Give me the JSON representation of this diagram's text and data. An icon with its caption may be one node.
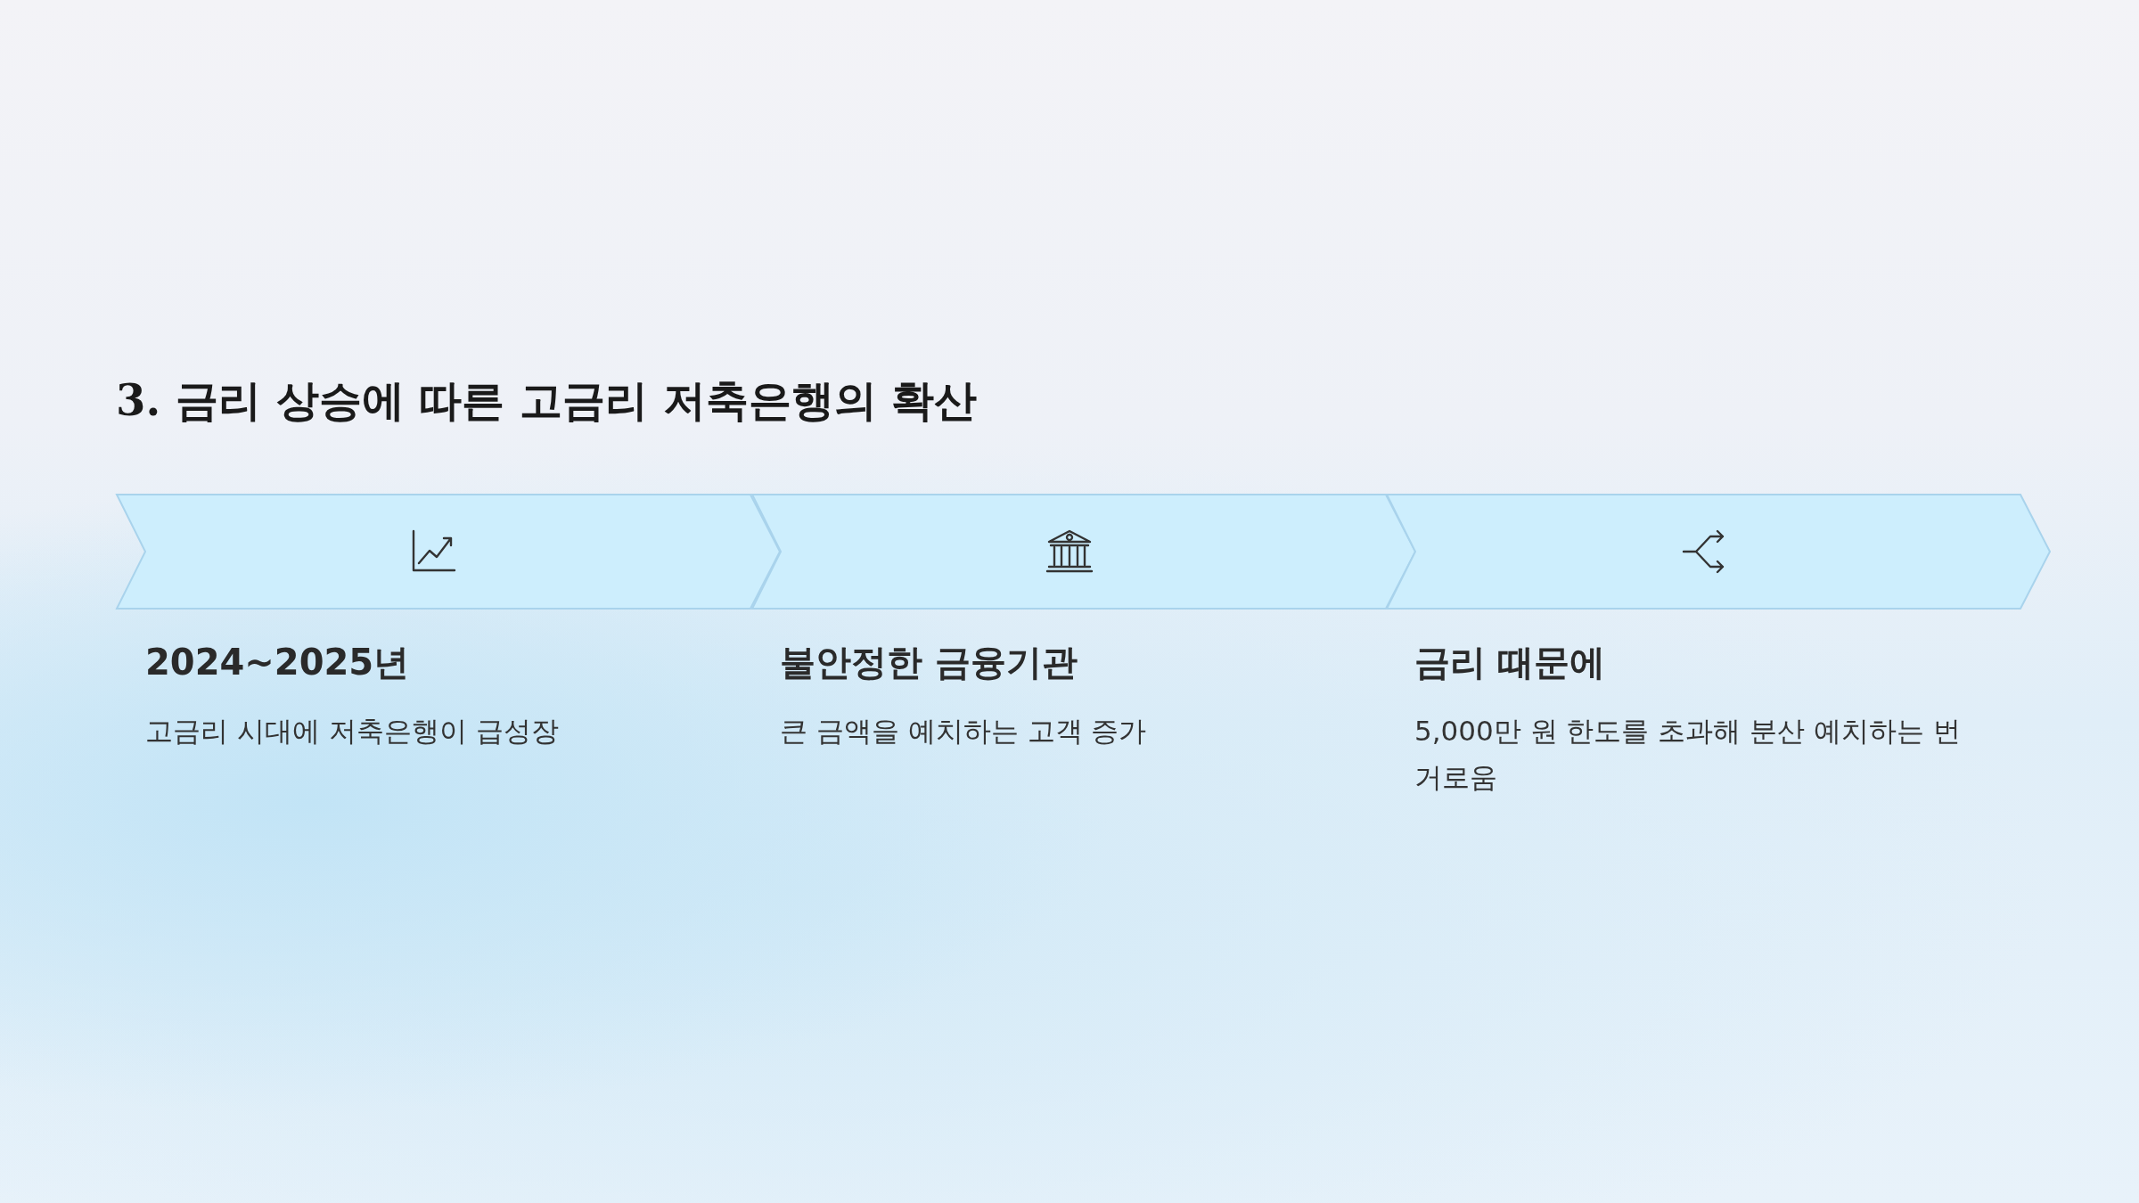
{
  "diagram": {
    "title": "3. 금리 상승에 따른 고금리 저축은행의 확산",
    "nodes": [
      {
        "text": [
          "2024~2025년",
          "고금리 시대에 저축은행이 급성장"
        ]
      },
      {
        "text": [
          "불안정한 금융기관",
          "큰 금액을 예치하는 고객 증가"
        ]
      },
      {
        "text": [
          "금리 때문에",
          "5,000만 원 한도를 초과해 분산 예치하는 번거로움"
        ]
      }
    ],
    "edges": []
  }
}
